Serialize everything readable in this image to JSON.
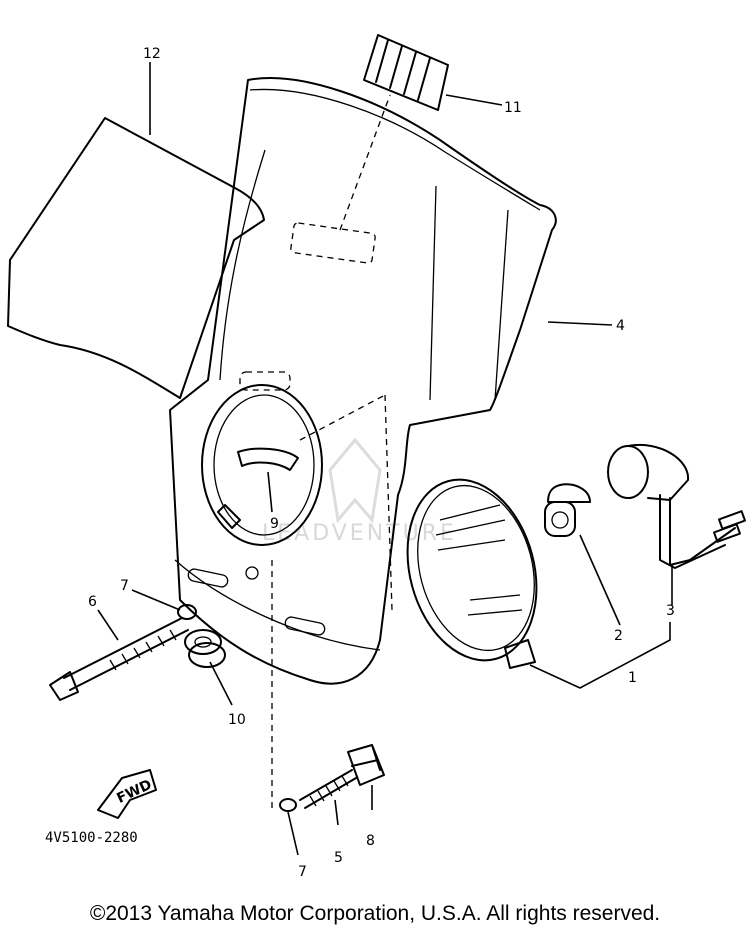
{
  "figure": {
    "part_code": "4V5100-2280",
    "fwd_label": "FWD",
    "watermark": "LEADVENTURE",
    "copyright": "©2013 Yamaha Motor Corporation, U.S.A. All rights reserved.",
    "callouts": [
      "1",
      "2",
      "3",
      "4",
      "5",
      "6",
      "7",
      "8",
      "9",
      "10",
      "11",
      "12",
      "7"
    ]
  }
}
